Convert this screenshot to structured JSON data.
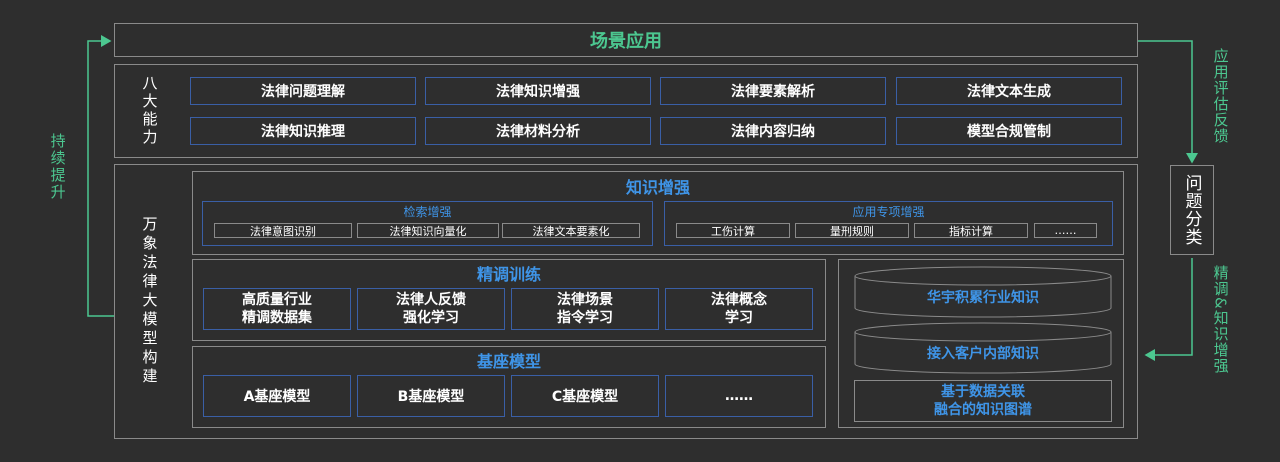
{
  "top_title": "场景应用",
  "left_side": "持续提升",
  "right_top_side": "应用评估反馈",
  "right_box": "问题分类",
  "right_bottom_side": "精调&知识增强",
  "ability": {
    "label": "八大能力",
    "items": [
      "法律问题理解",
      "法律知识增强",
      "法律要素解析",
      "法律文本生成",
      "法律知识推理",
      "法律材料分析",
      "法律内容归纳",
      "模型合规管制"
    ]
  },
  "build_label": "万象法律大模型构建",
  "knowledge": {
    "title": "知识增强",
    "retrieval": {
      "title": "检索增强",
      "items": [
        "法律意图识别",
        "法律知识向量化",
        "法律文本要素化"
      ]
    },
    "special": {
      "title": "应用专项增强",
      "items": [
        "工伤计算",
        "量刑规则",
        "指标计算",
        "……"
      ]
    }
  },
  "finetune": {
    "title": "精调训练",
    "items": [
      "高质量行业\n精调数据集",
      "法律人反馈\n强化学习",
      "法律场景\n指令学习",
      "法律概念\n学习"
    ]
  },
  "base": {
    "title": "基座模型",
    "items": [
      "A基座模型",
      "B基座模型",
      "C基座模型",
      "……"
    ]
  },
  "kb": {
    "cyl1": "华宇积累行业知识",
    "cyl2": "接入客户内部知识",
    "graph": "基于数据关联\n融合的知识图谱"
  },
  "colors": {
    "background": "#2e2e2e",
    "accent_green": "#4cc790",
    "accent_blue": "#3f95e8",
    "box_blue": "#3a5fa6",
    "outline": "#8a8a8a"
  }
}
